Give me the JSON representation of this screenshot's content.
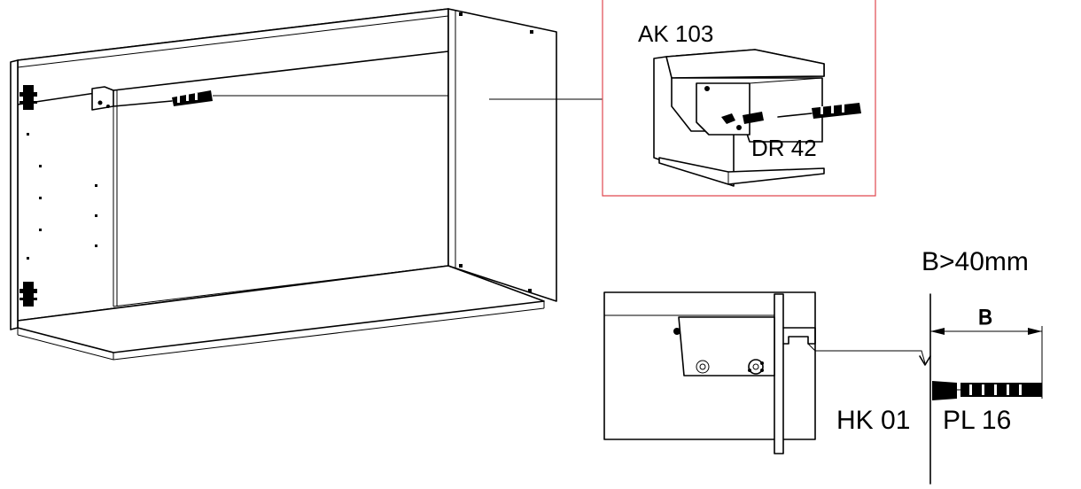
{
  "labels": {
    "hanger_part": "AK 103",
    "screw_part": "DR 42",
    "rail_part": "HK 01",
    "plug_part": "PL 16",
    "distance_dim": "B",
    "distance_rule": "B>40mm"
  },
  "colors": {
    "lines": "#000000",
    "detail_frame": "#e0484f",
    "background": "#ffffff"
  },
  "icons": {
    "screwdriver_main": "screwdriver-icon",
    "screwdriver_detail": "screwdriver-icon",
    "wall_plug": "wall-plug-icon"
  }
}
